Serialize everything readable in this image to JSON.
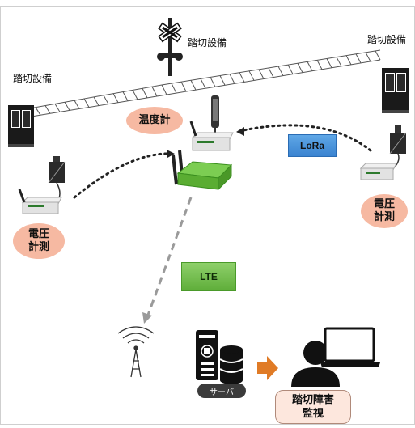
{
  "labels": {
    "crossing_left": "踏切設備",
    "crossing_center": "踏切設備",
    "crossing_right": "踏切設備",
    "thermometer": "温度計",
    "voltage_left_line1": "電圧",
    "voltage_left_line2": "計測",
    "voltage_right_line1": "電圧",
    "voltage_right_line2": "計測",
    "lora": "LoRa",
    "lte": "LTE",
    "server": "サーバ",
    "monitor_line1": "踏切障害",
    "monitor_line2": "監視"
  },
  "colors": {
    "oval_fill": "#f6b9a2",
    "lora_blue": "#4a90d9",
    "lte_green": "#6dbb45",
    "gateway_green": "#62b93a",
    "arrow_orange": "#e07b26",
    "dark": "#222222"
  },
  "icons": [
    "railway-crossing-signal-icon",
    "equipment-cabinet-icon",
    "sensor-node-icon",
    "gateway-device-icon",
    "antenna-tower-icon",
    "server-icon",
    "database-icon",
    "operator-icon",
    "laptop-icon"
  ]
}
